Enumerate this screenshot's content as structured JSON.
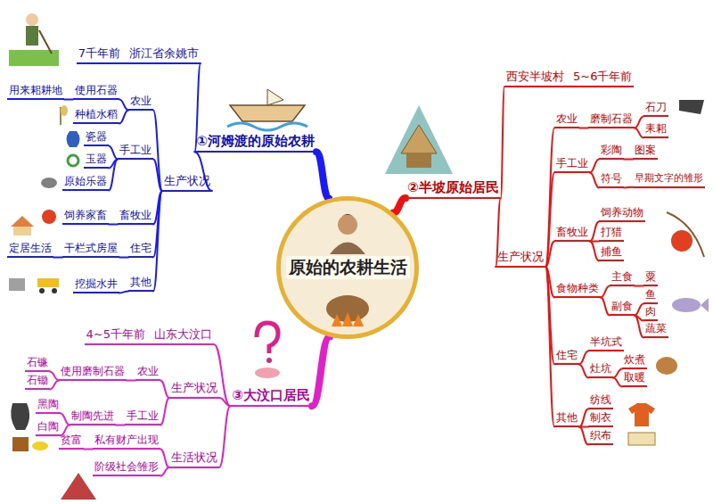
{
  "diagram": {
    "nodes": [
      {
        "text": [
          "原始的农耕生活"
        ]
      },
      {
        "text": [
          "①河姆渡的原始农耕"
        ]
      },
      {
        "text": [
          "7千年前",
          "浙江省余姚市"
        ]
      },
      {
        "text": [
          "生产状况"
        ]
      },
      {
        "text": [
          "农业"
        ]
      },
      {
        "text": [
          "使用石器"
        ]
      },
      {
        "text": [
          "用来耜耕地"
        ]
      },
      {
        "text": [
          "种植水稻"
        ]
      },
      {
        "text": [
          "手工业"
        ]
      },
      {
        "text": [
          "瓷器"
        ]
      },
      {
        "text": [
          "玉器"
        ]
      },
      {
        "text": [
          "原始乐器"
        ]
      },
      {
        "text": [
          "畜牧业"
        ]
      },
      {
        "text": [
          "饲养家畜"
        ]
      },
      {
        "text": [
          "住宅"
        ]
      },
      {
        "text": [
          "干栏式房屋"
        ]
      },
      {
        "text": [
          "定居生活"
        ]
      },
      {
        "text": [
          "其他"
        ]
      },
      {
        "text": [
          "挖掘水井"
        ]
      },
      {
        "text": [
          "②半坡原始居民"
        ]
      },
      {
        "text": [
          "西安半坡村",
          "5~6千年前"
        ]
      },
      {
        "text": [
          "生产状况"
        ]
      },
      {
        "text": [
          "农业"
        ]
      },
      {
        "text": [
          "磨制石器"
        ]
      },
      {
        "text": [
          "石刀"
        ]
      },
      {
        "text": [
          "耒耜"
        ]
      },
      {
        "text": [
          "手工业"
        ]
      },
      {
        "text": [
          "彩陶"
        ]
      },
      {
        "text": [
          "图案"
        ]
      },
      {
        "text": [
          "符号"
        ]
      },
      {
        "text": [
          "早期文字的雏形"
        ]
      },
      {
        "text": [
          "畜牧业"
        ]
      },
      {
        "text": [
          "饲养动物"
        ]
      },
      {
        "text": [
          "打猎"
        ]
      },
      {
        "text": [
          "捕鱼"
        ]
      },
      {
        "text": [
          "食物种类"
        ]
      },
      {
        "text": [
          "主食"
        ]
      },
      {
        "text": [
          "粟"
        ]
      },
      {
        "text": [
          "副食"
        ]
      },
      {
        "text": [
          "鱼"
        ]
      },
      {
        "text": [
          "肉"
        ]
      },
      {
        "text": [
          "蔬菜"
        ]
      },
      {
        "text": [
          "住宅"
        ]
      },
      {
        "text": [
          "半坑式"
        ]
      },
      {
        "text": [
          "灶坑"
        ]
      },
      {
        "text": [
          "炊煮"
        ]
      },
      {
        "text": [
          "取暖"
        ]
      },
      {
        "text": [
          "其他"
        ]
      },
      {
        "text": [
          "纺线"
        ]
      },
      {
        "text": [
          "制衣"
        ]
      },
      {
        "text": [
          "织布"
        ]
      },
      {
        "text": [
          "③大汶口居民"
        ]
      },
      {
        "text": [
          "4~5千年前",
          "山东大汶口"
        ]
      },
      {
        "text": [
          "生产状况"
        ]
      },
      {
        "text": [
          "农业"
        ]
      },
      {
        "text": [
          "使用磨制石器"
        ]
      },
      {
        "text": [
          "石镰"
        ]
      },
      {
        "text": [
          "石锄"
        ]
      },
      {
        "text": [
          "手工业"
        ]
      },
      {
        "text": [
          "制陶先进"
        ]
      },
      {
        "text": [
          "黑陶"
        ]
      },
      {
        "text": [
          "白陶"
        ]
      },
      {
        "text": [
          "生活状况"
        ]
      },
      {
        "text": [
          "私有财产出现"
        ]
      },
      {
        "text": [
          "贫富"
        ]
      },
      {
        "text": [
          "阶级社会雏形"
        ]
      }
    ],
    "edges": [
      {
        "from": 0,
        "to": 1,
        "arrow": "none"
      },
      {
        "from": 1,
        "to": 2,
        "arrow": "none"
      },
      {
        "from": 1,
        "to": 3,
        "arrow": "none"
      },
      {
        "from": 3,
        "to": 4,
        "arrow": "none"
      },
      {
        "from": 4,
        "to": 5,
        "arrow": "none"
      },
      {
        "from": 5,
        "to": 6,
        "arrow": "none"
      },
      {
        "from": 4,
        "to": 7,
        "arrow": "none"
      },
      {
        "from": 3,
        "to": 8,
        "arrow": "none"
      },
      {
        "from": 8,
        "to": 9,
        "arrow": "none"
      },
      {
        "from": 8,
        "to": 10,
        "arrow": "none"
      },
      {
        "from": 8,
        "to": 11,
        "arrow": "none"
      },
      {
        "from": 3,
        "to": 12,
        "arrow": "none"
      },
      {
        "from": 12,
        "to": 13,
        "arrow": "none"
      },
      {
        "from": 3,
        "to": 14,
        "arrow": "none"
      },
      {
        "from": 14,
        "to": 15,
        "arrow": "none"
      },
      {
        "from": 15,
        "to": 16,
        "arrow": "none"
      },
      {
        "from": 3,
        "to": 17,
        "arrow": "none"
      },
      {
        "from": 17,
        "to": 18,
        "arrow": "none"
      },
      {
        "from": 0,
        "to": 19,
        "arrow": "none"
      },
      {
        "from": 19,
        "to": 20,
        "arrow": "none"
      },
      {
        "from": 19,
        "to": 21,
        "arrow": "none"
      },
      {
        "from": 21,
        "to": 22,
        "arrow": "none"
      },
      {
        "from": 22,
        "to": 23,
        "arrow": "none"
      },
      {
        "from": 23,
        "to": 24,
        "arrow": "none"
      },
      {
        "from": 23,
        "to": 25,
        "arrow": "none"
      },
      {
        "from": 21,
        "to": 26,
        "arrow": "none"
      },
      {
        "from": 26,
        "to": 27,
        "arrow": "none"
      },
      {
        "from": 27,
        "to": 28,
        "arrow": "none"
      },
      {
        "from": 26,
        "to": 29,
        "arrow": "none"
      },
      {
        "from": 29,
        "to": 30,
        "arrow": "none"
      },
      {
        "from": 21,
        "to": 31,
        "arrow": "none"
      },
      {
        "from": 31,
        "to": 32,
        "arrow": "none"
      },
      {
        "from": 31,
        "to": 33,
        "arrow": "none"
      },
      {
        "from": 31,
        "to": 34,
        "arrow": "none"
      },
      {
        "from": 21,
        "to": 35,
        "arrow": "none"
      },
      {
        "from": 35,
        "to": 36,
        "arrow": "none"
      },
      {
        "from": 36,
        "to": 37,
        "arrow": "none"
      },
      {
        "from": 35,
        "to": 38,
        "arrow": "none"
      },
      {
        "from": 38,
        "to": 39,
        "arrow": "none"
      },
      {
        "from": 38,
        "to": 40,
        "arrow": "none"
      },
      {
        "from": 38,
        "to": 41,
        "arrow": "none"
      },
      {
        "from": 21,
        "to": 42,
        "arrow": "none"
      },
      {
        "from": 42,
        "to": 43,
        "arrow": "none"
      },
      {
        "from": 42,
        "to": 44,
        "arrow": "none"
      },
      {
        "from": 44,
        "to": 45,
        "arrow": "none"
      },
      {
        "from": 44,
        "to": 46,
        "arrow": "none"
      },
      {
        "from": 21,
        "to": 47,
        "arrow": "none"
      },
      {
        "from": 47,
        "to": 48,
        "arrow": "none"
      },
      {
        "from": 47,
        "to": 49,
        "arrow": "none"
      },
      {
        "from": 47,
        "to": 50,
        "arrow": "none"
      },
      {
        "from": 0,
        "to": 51,
        "arrow": "none"
      },
      {
        "from": 51,
        "to": 52,
        "arrow": "none"
      },
      {
        "from": 51,
        "to": 53,
        "arrow": "none"
      },
      {
        "from": 53,
        "to": 54,
        "arrow": "none"
      },
      {
        "from": 54,
        "to": 55,
        "arrow": "none"
      },
      {
        "from": 55,
        "to": 56,
        "arrow": "none"
      },
      {
        "from": 55,
        "to": 57,
        "arrow": "none"
      },
      {
        "from": 53,
        "to": 58,
        "arrow": "none"
      },
      {
        "from": 58,
        "to": 59,
        "arrow": "none"
      },
      {
        "from": 59,
        "to": 60,
        "arrow": "none"
      },
      {
        "from": 59,
        "to": 61,
        "arrow": "none"
      },
      {
        "from": 51,
        "to": 62,
        "arrow": "none"
      },
      {
        "from": 62,
        "to": 63,
        "arrow": "none"
      },
      {
        "from": 63,
        "to": 64,
        "arrow": "none"
      },
      {
        "from": 62,
        "to": 65,
        "arrow": "none"
      }
    ]
  }
}
